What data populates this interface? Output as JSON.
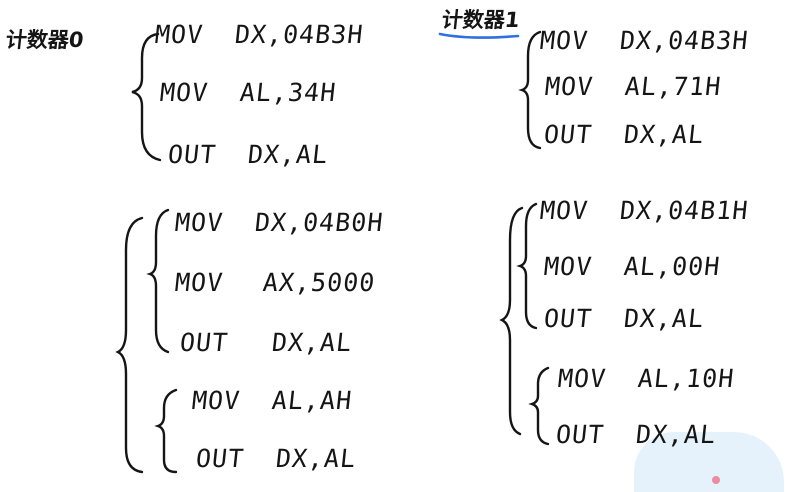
{
  "left": {
    "title": "计数器0",
    "group1": [
      {
        "op": "MOV",
        "args": "DX,04B3H"
      },
      {
        "op": "MOV",
        "args": "AL,34H"
      },
      {
        "op": "OUT",
        "args": "DX,AL"
      }
    ],
    "group2": [
      {
        "op": "MOV",
        "args": "DX,04B0H"
      },
      {
        "op": "MOV",
        "args": "AX,5000"
      },
      {
        "op": "OUT",
        "args": "DX,AL"
      }
    ],
    "group3": [
      {
        "op": "MOV",
        "args": "AL,AH"
      },
      {
        "op": "OUT",
        "args": "DX,AL"
      }
    ]
  },
  "right": {
    "title": "计数器1",
    "group1": [
      {
        "op": "MOV",
        "args": "DX,04B3H"
      },
      {
        "op": "MOV",
        "args": "AL,71H"
      },
      {
        "op": "OUT",
        "args": "DX,AL"
      }
    ],
    "group2": [
      {
        "op": "MOV",
        "args": "DX,04B1H"
      },
      {
        "op": "MOV",
        "args": "AL,00H"
      },
      {
        "op": "OUT",
        "args": "DX,AL"
      }
    ],
    "group3": [
      {
        "op": "MOV",
        "args": "AL,10H"
      },
      {
        "op": "OUT",
        "args": "DX,AL"
      }
    ]
  },
  "colors": {
    "ink": "#151515",
    "underline": "#2f6fe0"
  }
}
